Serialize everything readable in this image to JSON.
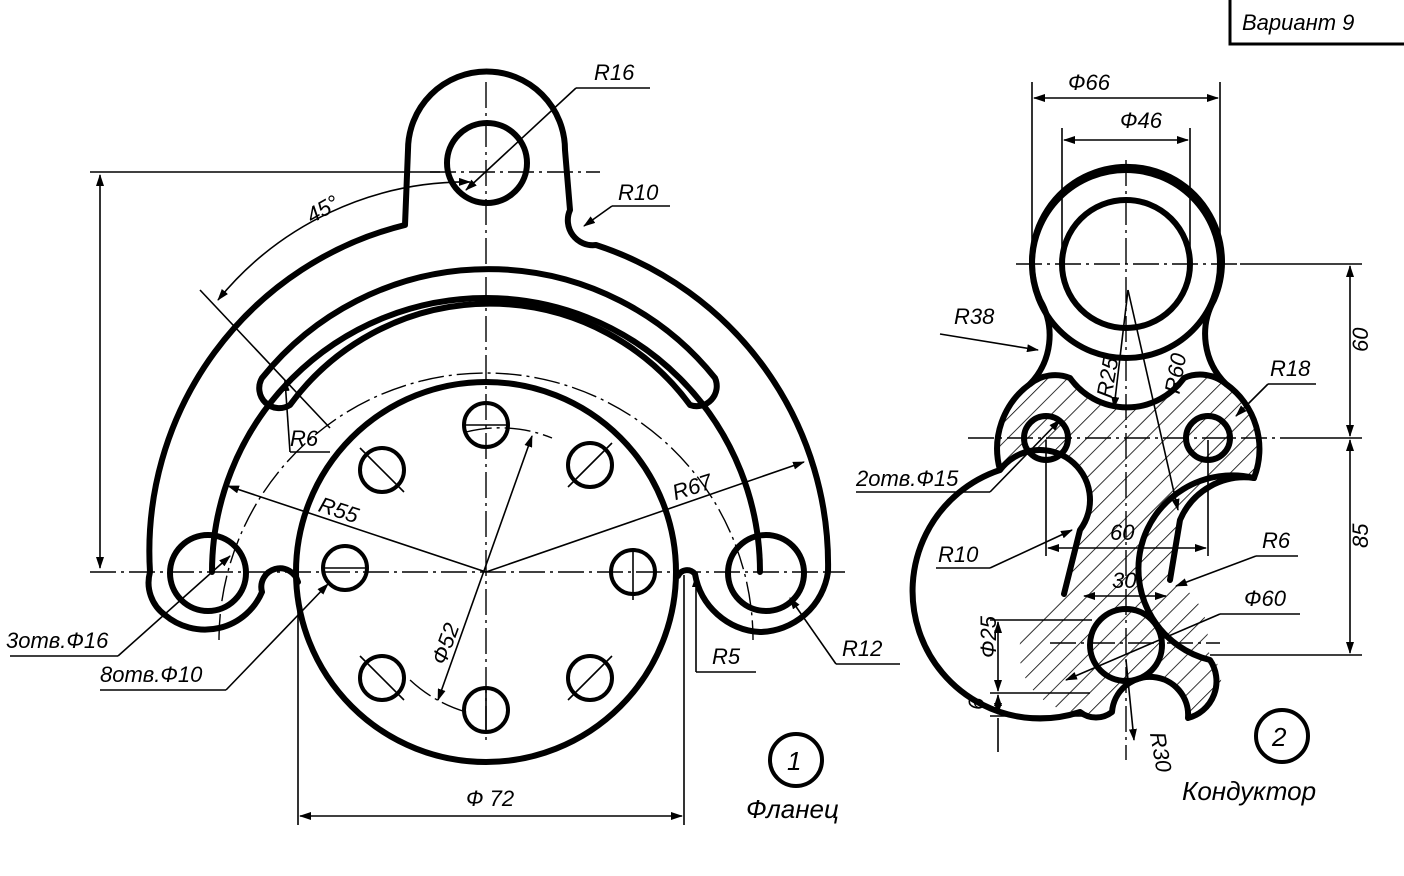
{
  "variant": "Вариант 9",
  "flange": {
    "number": "1",
    "title": "Фланец",
    "dims": {
      "r16": "R16",
      "r10": "R10",
      "angle": "45°",
      "r6": "R6",
      "r55": "R55",
      "r67": "R67",
      "d52": "Ф52",
      "d72": "Ф 72",
      "r5": "R5",
      "r12": "R12",
      "holes_16": "3отв.Ф16",
      "holes_10": "8отв.Ф10"
    }
  },
  "jig": {
    "number": "2",
    "title": "Кондуктор",
    "dims": {
      "d66": "Ф66",
      "d46": "Ф46",
      "r38": "R38",
      "r25": "R25",
      "r60": "R60",
      "r18": "R18",
      "v60": "60",
      "holes_15": "2отв.Ф15",
      "r10": "R10",
      "h60": "60",
      "r6": "R6",
      "v85": "85",
      "h30": "30",
      "d60": "Ф60",
      "d25": "Ф25",
      "v6": "6",
      "r30": "R30"
    }
  }
}
